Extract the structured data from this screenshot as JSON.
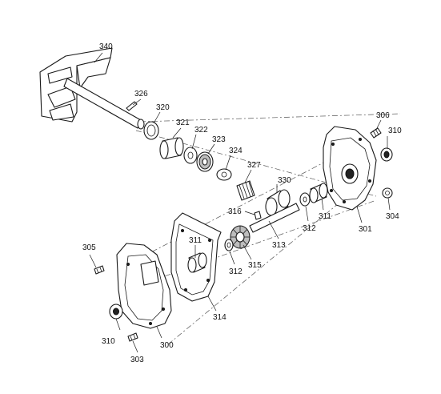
{
  "diagram": {
    "callouts": {
      "c340": "340",
      "c326": "326",
      "c320": "320",
      "c321": "321",
      "c322": "322",
      "c323": "323",
      "c324": "324",
      "c327": "327",
      "c330": "330",
      "c316": "316",
      "c306": "306",
      "c310a": "310",
      "c304": "304",
      "c301": "301",
      "c311a": "311",
      "c312a": "312",
      "c313": "313",
      "c305": "305",
      "c311b": "311",
      "c315": "315",
      "c312b": "312",
      "c314": "314",
      "c310b": "310",
      "c300": "300",
      "c303": "303"
    }
  }
}
